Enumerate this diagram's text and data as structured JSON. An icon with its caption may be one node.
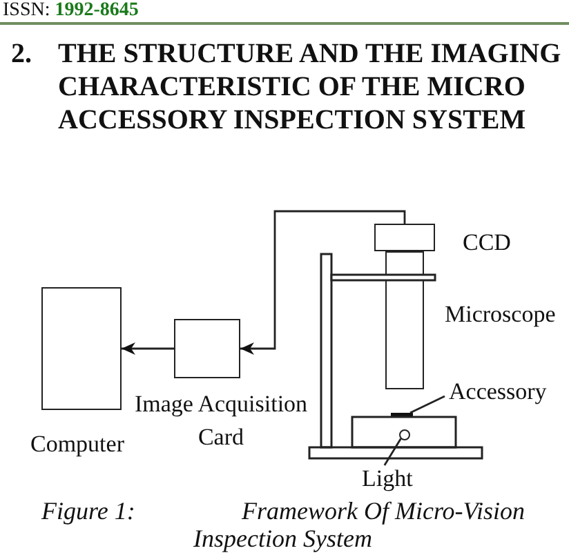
{
  "diagram": {
    "title": "THE STRUCTURE AND THE IMAGING CHARACTERISTIC OF THE MICRO ACCESSORY INSPECTION SYSTEM",
    "caption": "Framework Of Micro-Vision Inspection System",
    "nodes": [
      {
        "text": [],
        "shape": "box",
        "beside": [
          "CCD"
        ]
      },
      {
        "text": [],
        "shape": "box",
        "beside": [
          "Microscope"
        ]
      },
      {
        "text": [],
        "shape": "box",
        "beside": [
          "Computer"
        ]
      },
      {
        "text": [],
        "shape": "box",
        "beside": [
          "Image Acquisition Card"
        ]
      },
      {
        "text": [
          "Accessory"
        ]
      },
      {
        "text": [],
        "shape": "bar"
      },
      {
        "text": [],
        "shape": "circle"
      },
      {
        "text": [
          "Light"
        ]
      }
    ],
    "edges": [
      {
        "from": 0,
        "to": 3,
        "arrow": "to"
      },
      {
        "from": 3,
        "to": 2,
        "arrow": "to"
      },
      {
        "from": 4,
        "to": 5,
        "arrow": "none"
      },
      {
        "from": 7,
        "to": 6,
        "arrow": "none"
      }
    ],
    "labels": [
      "ISSN: **1992-8645**",
      "2.",
      "Figure 1:"
    ]
  }
}
